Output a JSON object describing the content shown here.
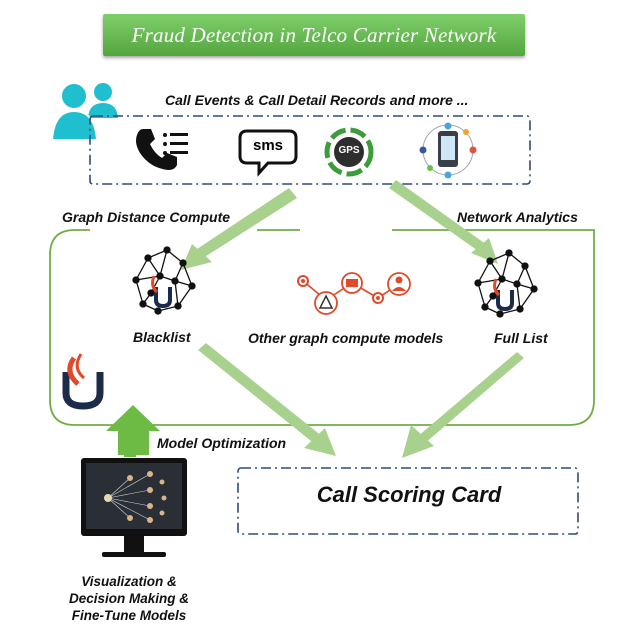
{
  "title": "Fraud Detection in Telco Carrier Network",
  "sources": {
    "caption": "Call Events & Call Detail Records and more ...",
    "icons": [
      "user-group-icon",
      "phone-list-icon",
      "sms-icon",
      "gps-icon",
      "smartphone-social-icon"
    ],
    "sms_text": "sms",
    "gps_text": "GPS"
  },
  "flows": {
    "left": "Graph Distance Compute",
    "right": "Network Analytics",
    "feedback": "Model Optimization"
  },
  "graph_compute": {
    "blacklist": "Blacklist",
    "other": "Other graph compute models",
    "full_list": "Full List"
  },
  "output": {
    "card": "Call Scoring Card"
  },
  "visualization": {
    "caption_lines": [
      "Visualization &",
      "Decision Making &",
      "Fine-Tune Models"
    ]
  },
  "colors": {
    "banner": "#63b84f",
    "arrow": "#a9d18e",
    "frame_green": "#70ad47",
    "dash_navy": "#2f4a7a",
    "user_teal": "#1fbfcf",
    "logo_navy": "#1c2b4a",
    "logo_red": "#e04a2a"
  }
}
